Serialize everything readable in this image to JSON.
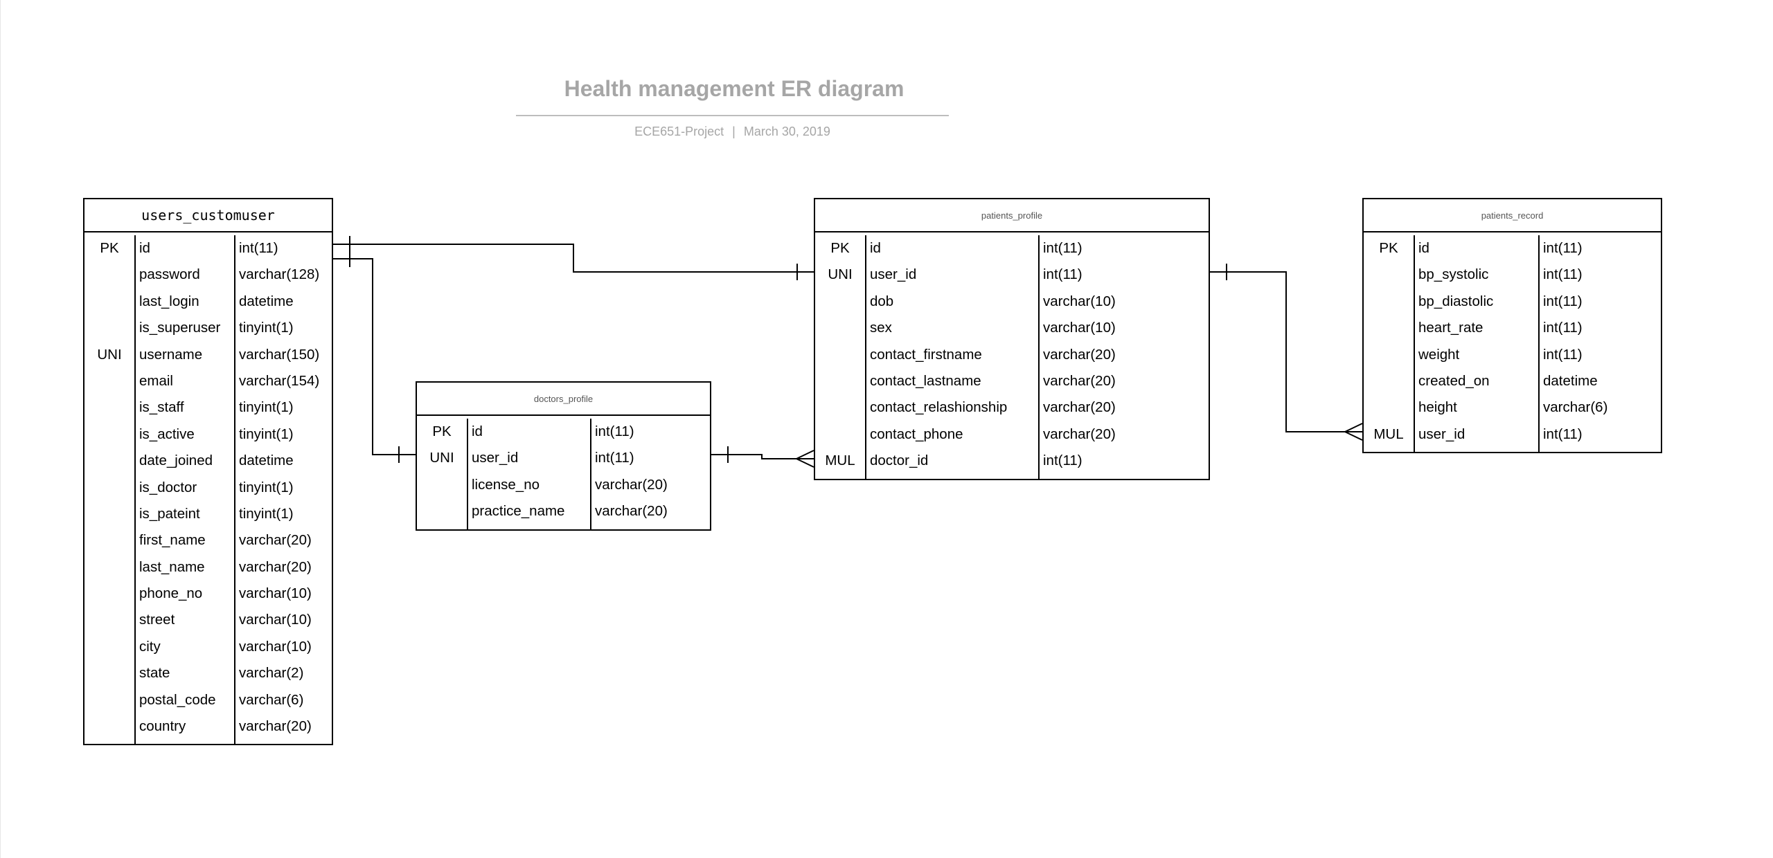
{
  "diagram": {
    "title": "Health management ER diagram",
    "subtitle_left": "ECE651-Project",
    "subtitle_sep": "|",
    "subtitle_right": "March 30, 2019"
  },
  "entities": {
    "users_customuser": {
      "name": "users_customuser",
      "rows": [
        {
          "key": "PK",
          "field": "id",
          "type": "int(11)"
        },
        {
          "key": "",
          "field": "password",
          "type": "varchar(128)"
        },
        {
          "key": "",
          "field": "last_login",
          "type": "datetime"
        },
        {
          "key": "",
          "field": "is_superuser",
          "type": "tinyint(1)"
        },
        {
          "key": "UNI",
          "field": "username",
          "type": "varchar(150)"
        },
        {
          "key": "",
          "field": "email",
          "type": "varchar(154)"
        },
        {
          "key": "",
          "field": "is_staff",
          "type": "tinyint(1)"
        },
        {
          "key": "",
          "field": "is_active",
          "type": "tinyint(1)"
        },
        {
          "key": "",
          "field": "date_joined",
          "type": "datetime"
        },
        {
          "key": "",
          "field": "is_doctor",
          "type": "tinyint(1)"
        },
        {
          "key": "",
          "field": "is_pateint",
          "type": "tinyint(1)"
        },
        {
          "key": "",
          "field": "first_name",
          "type": "varchar(20)"
        },
        {
          "key": "",
          "field": "last_name",
          "type": "varchar(20)"
        },
        {
          "key": "",
          "field": "phone_no",
          "type": "varchar(10)"
        },
        {
          "key": "",
          "field": "street",
          "type": "varchar(10)"
        },
        {
          "key": "",
          "field": "city",
          "type": "varchar(10)"
        },
        {
          "key": "",
          "field": "state",
          "type": "varchar(2)"
        },
        {
          "key": "",
          "field": "postal_code",
          "type": "varchar(6)"
        },
        {
          "key": "",
          "field": "country",
          "type": "varchar(20)"
        }
      ]
    },
    "doctors_profile": {
      "name": "doctors_profile",
      "rows": [
        {
          "key": "PK",
          "field": "id",
          "type": "int(11)"
        },
        {
          "key": "UNI",
          "field": "user_id",
          "type": "int(11)"
        },
        {
          "key": "",
          "field": "license_no",
          "type": "varchar(20)"
        },
        {
          "key": "",
          "field": "practice_name",
          "type": "varchar(20)"
        }
      ]
    },
    "patients_profile": {
      "name": "patients_profile",
      "rows": [
        {
          "key": "PK",
          "field": "id",
          "type": "int(11)"
        },
        {
          "key": "UNI",
          "field": "user_id",
          "type": "int(11)"
        },
        {
          "key": "",
          "field": "dob",
          "type": "varchar(10)"
        },
        {
          "key": "",
          "field": "sex",
          "type": "varchar(10)"
        },
        {
          "key": "",
          "field": "contact_firstname",
          "type": "varchar(20)"
        },
        {
          "key": "",
          "field": "contact_lastname",
          "type": "varchar(20)"
        },
        {
          "key": "",
          "field": "contact_relashionship",
          "type": "varchar(20)"
        },
        {
          "key": "",
          "field": "contact_phone",
          "type": "varchar(20)"
        },
        {
          "key": "MUL",
          "field": "doctor_id",
          "type": "int(11)"
        }
      ]
    },
    "patients_record": {
      "name": "patients_record",
      "rows": [
        {
          "key": "PK",
          "field": "id",
          "type": "int(11)"
        },
        {
          "key": "",
          "field": "bp_systolic",
          "type": "int(11)"
        },
        {
          "key": "",
          "field": "bp_diastolic",
          "type": "int(11)"
        },
        {
          "key": "",
          "field": "heart_rate",
          "type": "int(11)"
        },
        {
          "key": "",
          "field": "weight",
          "type": "int(11)"
        },
        {
          "key": "",
          "field": "created_on",
          "type": "datetime"
        },
        {
          "key": "",
          "field": "height",
          "type": "varchar(6)"
        },
        {
          "key": "MUL",
          "field": "user_id",
          "type": "int(11)"
        }
      ]
    }
  },
  "relationships": [
    {
      "from": "users_customuser.id",
      "to": "patients_profile.user_id",
      "from_end": "one",
      "to_end": "one"
    },
    {
      "from": "users_customuser.id",
      "to": "doctors_profile.user_id",
      "from_end": "one",
      "to_end": "one"
    },
    {
      "from": "doctors_profile.id",
      "to": "patients_profile.doctor_id",
      "from_end": "one",
      "to_end": "many"
    },
    {
      "from": "patients_profile.id",
      "to": "patients_record.user_id",
      "from_end": "one",
      "to_end": "many"
    }
  ]
}
